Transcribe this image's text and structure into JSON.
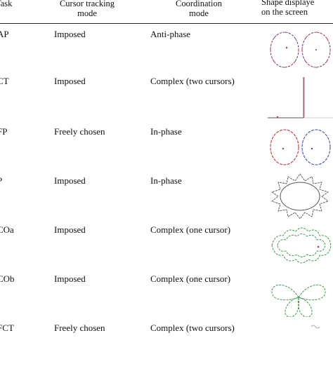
{
  "header": {
    "task": "Task",
    "cursor_tracking": "Cursor tracking\nmode",
    "coordination": "Coordination\nmode",
    "shape": "Shape displaye\non the screen"
  },
  "rows": [
    {
      "task": "AP",
      "cursor": "Imposed",
      "coordination": "Anti-phase",
      "shape_icon": "two-circles-anti-phase-icon"
    },
    {
      "task": "CT",
      "cursor": "Imposed",
      "coordination": "Complex (two cursors)",
      "shape_icon": "corner-axes-icon"
    },
    {
      "task": "FP",
      "cursor": "Freely chosen",
      "coordination": "In-phase",
      "shape_icon": "two-circles-in-phase-icon"
    },
    {
      "task": "P",
      "cursor": "Imposed",
      "coordination": "In-phase",
      "shape_icon": "star-ellipse-icon"
    },
    {
      "task": "COa",
      "cursor": "Imposed",
      "coordination": "Complex (one cursor)",
      "shape_icon": "scalloped-rings-icon"
    },
    {
      "task": "COb",
      "cursor": "Imposed",
      "coordination": "Complex (one cursor)",
      "shape_icon": "four-petal-flower-icon"
    },
    {
      "task": "FCT",
      "cursor": "Freely chosen",
      "coordination": "Complex (two cursors)",
      "shape_icon": "partial-shape-icon"
    }
  ],
  "colors": {
    "red": "#c8323c",
    "blue": "#3c50b4",
    "green": "#3a9a4a",
    "gray": "#555555"
  }
}
